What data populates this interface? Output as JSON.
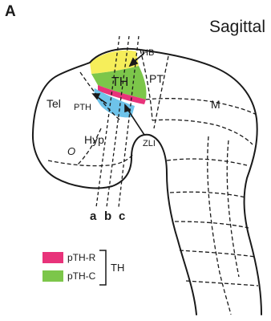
{
  "panel_letter": "A",
  "view_title": "Sagittal",
  "regions": {
    "hb": "HB",
    "th": "TH",
    "pt": "PT",
    "tel": "Tel",
    "m": "M",
    "pth": "PTH",
    "hyp": "Hyp",
    "o": "O",
    "zli": "ZLI"
  },
  "section_lines": [
    "a",
    "b",
    "c"
  ],
  "legend": {
    "items": [
      {
        "label": "pTH-R",
        "color": "#e8337a"
      },
      {
        "label": "pTH-C",
        "color": "#7cc64a"
      }
    ],
    "group_label": "TH"
  },
  "colors": {
    "yellow": "#f6ee5a",
    "green": "#7cc64a",
    "magenta": "#e8337a",
    "blue": "#6ec3ea",
    "outline": "#1a1a1a"
  }
}
